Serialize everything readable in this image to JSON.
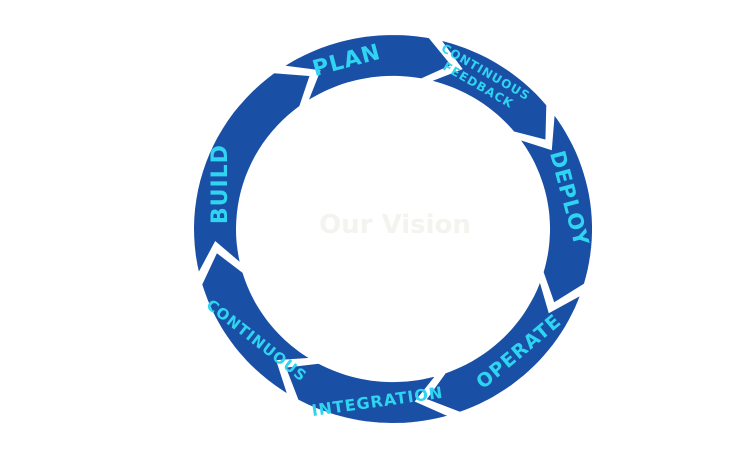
{
  "diagram": {
    "center_title": "Our Vision",
    "ring_color": "#1a4fa6",
    "label_color": "#2fd4f0",
    "segments": [
      {
        "id": "plan",
        "lines": [
          "PLAN"
        ]
      },
      {
        "id": "continuous-feedback",
        "lines": [
          "CONTINUOUS",
          "FEEDBACK"
        ]
      },
      {
        "id": "deploy",
        "lines": [
          "DEPLOY"
        ]
      },
      {
        "id": "operate",
        "lines": [
          "OPERATE"
        ]
      },
      {
        "id": "integration",
        "lines": [
          "INTEGRATION"
        ]
      },
      {
        "id": "continuous",
        "lines": [
          "CONTINUOUS"
        ]
      },
      {
        "id": "build",
        "lines": [
          "BUILD"
        ]
      }
    ]
  }
}
